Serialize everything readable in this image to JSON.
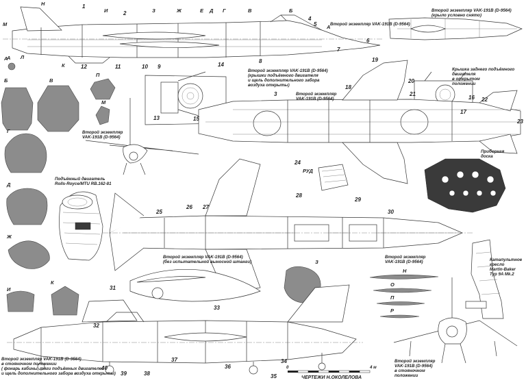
{
  "captions": {
    "second_top": "Второй экземпляр VAK-191B (D-9564)",
    "top_right_a": "Второй экземпляр VAK-191B (D-9564)",
    "top_right_b": "(крыло условно снято)",
    "doors_open_a": "Второй экземпляр VAK-191B (D-9564)",
    "doors_open_b": "(крышки подъёмного двигателя",
    "doors_open_c": "и щель дополнительного забора",
    "doors_open_d": "воздуха открыты)",
    "rear_cover_a": "Крышка заднего подъёмного",
    "rear_cover_b": "двигателя",
    "rear_cover_c": "в открытом",
    "rear_cover_d": "положении",
    "top_view_a": "Второй экземпляр",
    "top_view_b": "VAK-191B (D-9564)",
    "front_left_a": "Второй экземпляр",
    "front_left_b": "VAK-191B (D-9564)",
    "engine_a": "Подъёмный двигатель",
    "engine_b": "Rolls-Royce/MTU RB.162-81",
    "panel_a": "Приборная",
    "panel_b": "доска",
    "rud": "РУД",
    "bottom_mid_a": "Второй экземпляр VAK-191B (D-9564)",
    "bottom_mid_b": "(без испытательной выносной штанги)",
    "bottom_right_a": "Второй экземпляр",
    "bottom_right_b": "VAK-191B (D-9564)",
    "seat_a": "Катапультное",
    "seat_b": "кресло",
    "seat_c": "Martin-Baker",
    "seat_d": "Typ 9A Mk.2",
    "parked_left_a": "Второй экземпляр VAK-191B (D-9564)",
    "parked_left_b": "в стояночном положении",
    "parked_left_c": "( фонарь кабины, тяги подъёмных двигателей",
    "parked_left_d": "и щель дополнительного забора воздуха открыты)",
    "parked_right_a": "Второй экземпляр",
    "parked_right_b": "VAK-191B (D-9564)",
    "parked_right_c": "в стояночном",
    "parked_right_d": "положении",
    "credit": "ЧЕРТЕЖИ Н.ОКОЛЕЛОВА",
    "scale_zero": "0",
    "scale_end": "4 м"
  },
  "section_letters": [
    "А",
    "Б",
    "В",
    "Г",
    "Д",
    "Е",
    "Ж",
    "И",
    "К",
    "Л",
    "М",
    "Н",
    "О",
    "П",
    "Р",
    "З"
  ],
  "callouts": [
    "1",
    "2",
    "3",
    "4",
    "5",
    "6",
    "7",
    "8",
    "9",
    "10",
    "11",
    "12",
    "13",
    "14",
    "15",
    "16",
    "17",
    "18",
    "19",
    "20",
    "21",
    "22",
    "23",
    "24",
    "25",
    "26",
    "27",
    "28",
    "29",
    "30",
    "31",
    "32",
    "33",
    "34",
    "35",
    "36",
    "37",
    "38",
    "39",
    "40"
  ],
  "colors": {
    "line": "#333333",
    "section_fill": "#8c8c8c",
    "panel_fill": "#3a3a3a",
    "background": "#ffffff"
  }
}
